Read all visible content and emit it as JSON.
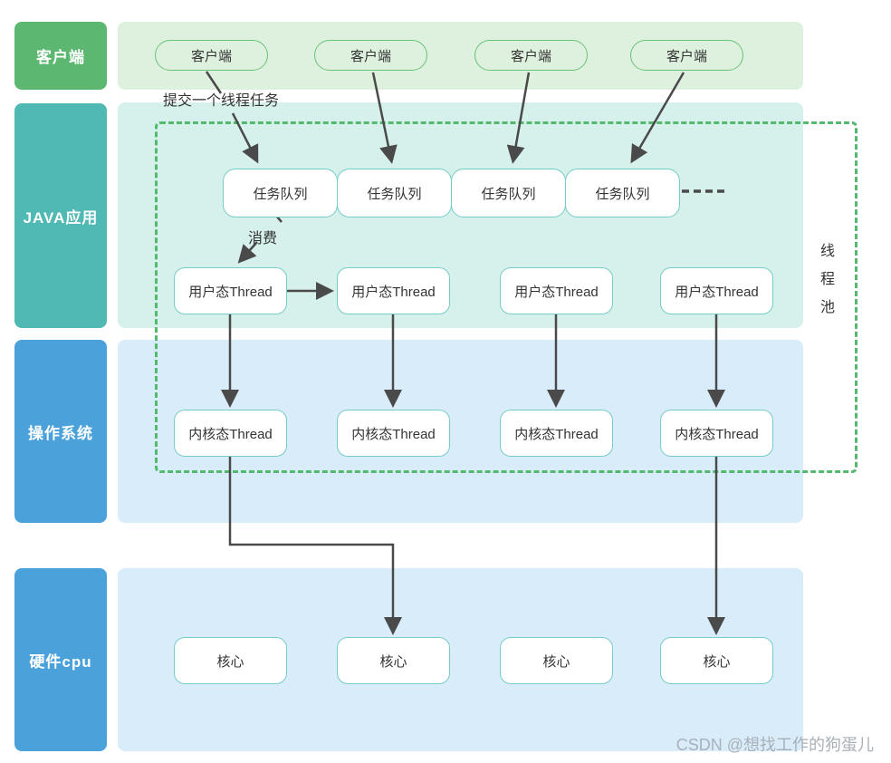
{
  "sidebar": {
    "layers": [
      {
        "label": "客户端"
      },
      {
        "label": "JAVA应用"
      },
      {
        "label": "操作系统"
      },
      {
        "label": "硬件cpu"
      }
    ]
  },
  "diagram": {
    "clients": [
      "客户端",
      "客户端",
      "客户端",
      "客户端"
    ],
    "queues": [
      "任务队列",
      "任务队列",
      "任务队列",
      "任务队列"
    ],
    "user_threads": [
      "用户态Thread",
      "用户态Thread",
      "用户态Thread",
      "用户态Thread"
    ],
    "kernel_threads": [
      "内核态Thread",
      "内核态Thread",
      "内核态Thread",
      "内核态Thread"
    ],
    "cores": [
      "核心",
      "核心",
      "核心",
      "核心"
    ],
    "submit_label": "提交一个线程任务",
    "consume_label": "消费",
    "thread_pool_label": "线程池"
  },
  "watermark": "CSDN @想找工作的狗蛋儿",
  "colors": {
    "sidebar_green": "#5CB870",
    "sidebar_teal": "#50B9B4",
    "sidebar_blue": "#4BA2DB",
    "band_green": "#DEF0DE",
    "band_cyan": "#D6F0EB",
    "band_blue": "#D9ECFA",
    "node_border_teal": "#76CCC6",
    "client_border_green": "#69C378",
    "pool_dash_green": "#52B96E",
    "arrow": "#4A4A4A"
  }
}
